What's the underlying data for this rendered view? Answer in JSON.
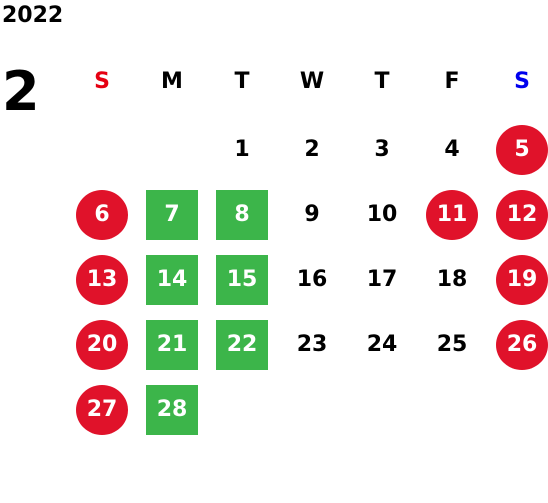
{
  "calendar": {
    "year": "2022",
    "month": "2",
    "weekdays": [
      {
        "label": "S",
        "color": "#e60012"
      },
      {
        "label": "M",
        "color": "#000000"
      },
      {
        "label": "T",
        "color": "#000000"
      },
      {
        "label": "W",
        "color": "#000000"
      },
      {
        "label": "T",
        "color": "#000000"
      },
      {
        "label": "F",
        "color": "#000000"
      },
      {
        "label": "S",
        "color": "#0000ee"
      }
    ],
    "colors": {
      "holiday_red": "#e0122a",
      "highlight_green": "#3cb54a",
      "text": "#000000"
    },
    "weeks": [
      [
        {
          "day": "",
          "style": "plain"
        },
        {
          "day": "",
          "style": "plain"
        },
        {
          "day": "1",
          "style": "plain"
        },
        {
          "day": "2",
          "style": "plain"
        },
        {
          "day": "3",
          "style": "plain"
        },
        {
          "day": "4",
          "style": "plain"
        },
        {
          "day": "5",
          "style": "red-circle"
        }
      ],
      [
        {
          "day": "6",
          "style": "red-circle"
        },
        {
          "day": "7",
          "style": "green-square"
        },
        {
          "day": "8",
          "style": "green-square"
        },
        {
          "day": "9",
          "style": "plain"
        },
        {
          "day": "10",
          "style": "plain"
        },
        {
          "day": "11",
          "style": "red-circle"
        },
        {
          "day": "12",
          "style": "red-circle"
        }
      ],
      [
        {
          "day": "13",
          "style": "red-circle"
        },
        {
          "day": "14",
          "style": "green-square"
        },
        {
          "day": "15",
          "style": "green-square"
        },
        {
          "day": "16",
          "style": "plain"
        },
        {
          "day": "17",
          "style": "plain"
        },
        {
          "day": "18",
          "style": "plain"
        },
        {
          "day": "19",
          "style": "red-circle"
        }
      ],
      [
        {
          "day": "20",
          "style": "red-circle"
        },
        {
          "day": "21",
          "style": "green-square"
        },
        {
          "day": "22",
          "style": "green-square"
        },
        {
          "day": "23",
          "style": "plain"
        },
        {
          "day": "24",
          "style": "plain"
        },
        {
          "day": "25",
          "style": "plain"
        },
        {
          "day": "26",
          "style": "red-circle"
        }
      ],
      [
        {
          "day": "27",
          "style": "red-circle"
        },
        {
          "day": "28",
          "style": "green-square"
        },
        {
          "day": "",
          "style": "plain"
        },
        {
          "day": "",
          "style": "plain"
        },
        {
          "day": "",
          "style": "plain"
        },
        {
          "day": "",
          "style": "plain"
        },
        {
          "day": "",
          "style": "plain"
        }
      ]
    ]
  }
}
